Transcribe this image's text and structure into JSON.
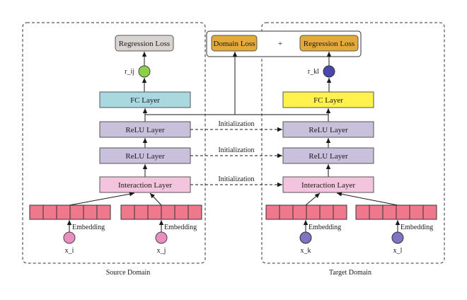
{
  "colors": {
    "gray_box": "#d9d4d2",
    "fc_source": "#a9d8e1",
    "fc_target": "#fff24d",
    "relu": "#c9c0dc",
    "interaction": "#f3c4dd",
    "orange": "#e3a93a",
    "embed": "#f0788c",
    "node_green": "#8cd04a",
    "node_blue": "#4a46b0",
    "input_pink": "#ea8ec0",
    "input_purple": "#7f73c2"
  },
  "source": {
    "regression_loss": "Regression Loss",
    "r_label": "r_ij",
    "fc_layer": "FC Layer",
    "relu_layer_1": "ReLU Layer",
    "relu_layer_2": "ReLU Layer",
    "interaction_layer": "Interaction Layer",
    "embedding_1": "Embedding",
    "embedding_2": "Embedding",
    "input_1": "x_i",
    "input_2": "x_j",
    "domain_title": "Source Domain"
  },
  "target": {
    "domain_loss": "Domain Loss",
    "plus": "+",
    "regression_loss": "Regression Loss",
    "r_label": "r_kl",
    "fc_layer": "FC Layer",
    "relu_layer_1": "ReLU Layer",
    "relu_layer_2": "ReLU Layer",
    "interaction_layer": "Interaction Layer",
    "embedding_1": "Embedding",
    "embedding_2": "Embedding",
    "input_1": "x_k",
    "input_2": "x_l",
    "domain_title": "Target Domain"
  },
  "links": {
    "init_1": "Initialization",
    "init_2": "Initialization",
    "init_3": "Initialization"
  }
}
